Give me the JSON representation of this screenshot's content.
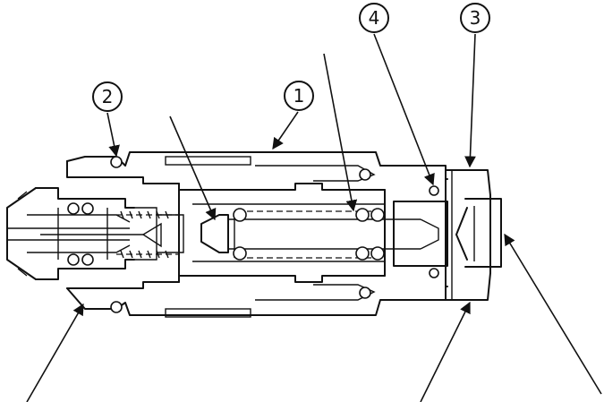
{
  "callouts": [
    {
      "label": "1",
      "part": "housing"
    },
    {
      "label": "2",
      "part": "o-ring-left"
    },
    {
      "label": "3",
      "part": "end-nut"
    },
    {
      "label": "4",
      "part": "o-ring-right"
    }
  ]
}
